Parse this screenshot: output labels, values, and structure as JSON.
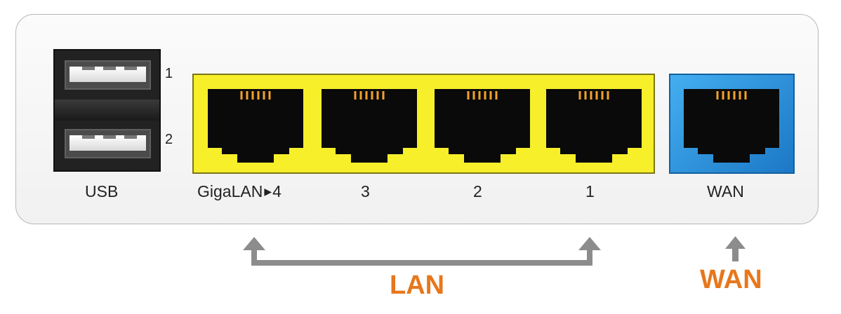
{
  "usb": {
    "label": "USB",
    "port_numbers": [
      "1",
      "2"
    ]
  },
  "lan": {
    "port_labels": [
      "GigaLAN",
      "3",
      "2",
      "1"
    ],
    "gigalan_suffix": "4",
    "group_label": "LAN"
  },
  "wan": {
    "port_label": "WAN",
    "group_label": "WAN"
  },
  "colors": {
    "lan_block": "#f7ef2a",
    "wan_block": "#2b8fd9",
    "group_label": "#e7771c",
    "arrow": "#8c8c8c"
  },
  "icons": {
    "lan_port": "rj45-port-icon",
    "arrow": "up-arrow-icon",
    "gigalan_marker": "triangle-right-icon"
  }
}
